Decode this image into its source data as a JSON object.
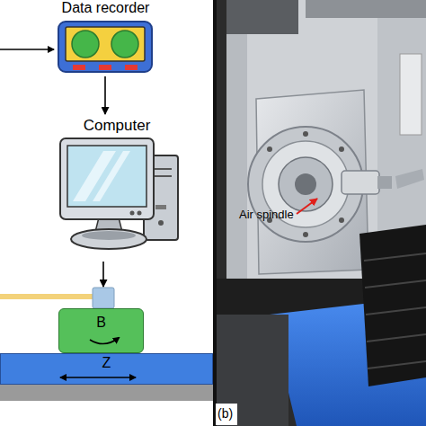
{
  "diagram": {
    "nodes": [
      {
        "text": [
          "Data recorder"
        ]
      },
      {
        "text": [
          "Computer"
        ]
      },
      {
        "text": [
          "B"
        ]
      },
      {
        "text": [
          "Z"
        ]
      }
    ],
    "edges": [
      {
        "from": 0,
        "to": 1,
        "arrow": "to"
      },
      {
        "from": 1,
        "to": 2,
        "arrow": "to"
      }
    ],
    "labels": [
      "Air spindle",
      "(b)"
    ]
  }
}
